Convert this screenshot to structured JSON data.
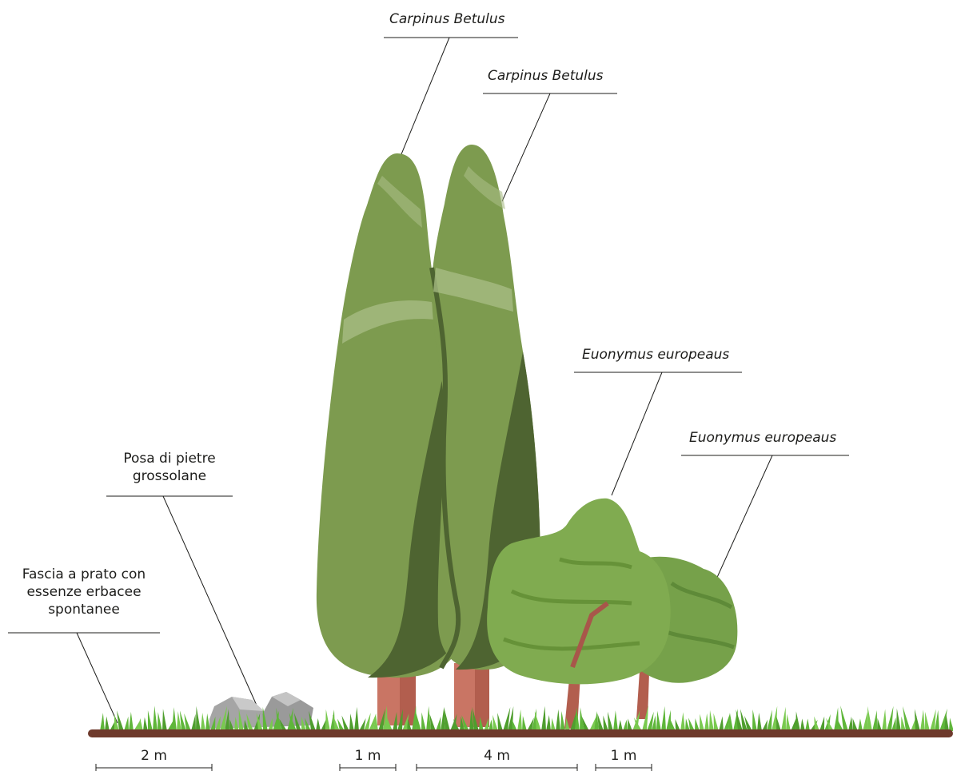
{
  "labels": {
    "carpinus_1": "Carpinus Betulus",
    "carpinus_2": "Carpinus Betulus",
    "euonymus_1": "Euonymus europeaus",
    "euonymus_2": "Euonymus europeaus",
    "stones_line1": "Posa di pietre",
    "stones_line2": "grossolane",
    "lawn_line1": "Fascia a prato con",
    "lawn_line2": "essenze erbacee",
    "lawn_line3": "spontanee"
  },
  "dimensions": {
    "d1": "2 m",
    "d2": "1 m",
    "d3": "4 m",
    "d4": "1 m"
  },
  "colors": {
    "ground": "#6e3a2c",
    "grass": "#5fb63a",
    "tree_light": "#86a356",
    "tree_mid": "#6f8e45",
    "tree_dark": "#4b6130",
    "trunk": "#c97564",
    "shrub": "#79a64a",
    "stone": "#a3a3a3"
  }
}
